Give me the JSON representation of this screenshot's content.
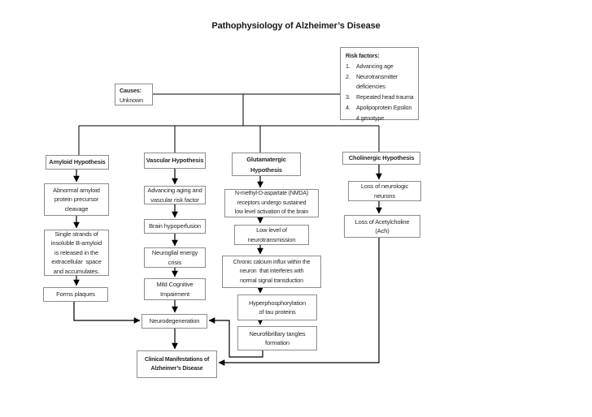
{
  "title": "Pathophysiology of Alzheimer’s Disease",
  "risk_factors": {
    "heading": "Risk factors:",
    "rows": [
      {
        "num": "1.",
        "text": "Advancing age"
      },
      {
        "num": "2.",
        "text": "Neurotransmitter"
      },
      {
        "num": "",
        "text": "deficiencies"
      },
      {
        "num": "3.",
        "text": "Repeated head trauma"
      },
      {
        "num": "4.",
        "text": "Apolipoprotein Epsilon"
      },
      {
        "num": "",
        "text": "4 genotype"
      }
    ]
  },
  "causes": {
    "heading": "Causes:",
    "value": "Unknown"
  },
  "hypotheses": {
    "amyloid": {
      "header": "Amyloid Hypothesis",
      "steps": {
        "cleavage": [
          "Abnormal amyloid",
          "protein precursor",
          "cleavage"
        ],
        "strands": [
          "Single strands of",
          "insoluble B-amyloid",
          "is released in the",
          "extracellular  space",
          "and accumulates."
        ],
        "plaques": "Forms plaques"
      }
    },
    "vascular": {
      "header": "Vascular Hypothesis",
      "steps": {
        "aging": [
          "Advancing aging and",
          "vascular risk factor"
        ],
        "hypoperfusion": "Brain hypoperfusion",
        "energy_crisis": [
          "Neuroglial energy",
          "crisis"
        ],
        "mci": [
          "Mild Cognitive",
          "Impairment"
        ]
      }
    },
    "glutamatergic": {
      "header": [
        "Glutamatergic",
        "Hypothesis"
      ],
      "steps": {
        "nmda": [
          "N-methyl-D-aspartate (NMDA)",
          "receptors undergo sustained",
          "low level activation of the brain"
        ],
        "low_level": [
          "Low level of",
          "neurotransmission"
        ],
        "calcium": [
          "Chronic calcium influx within the",
          "neuron  that interferes with",
          "normal signal transduction"
        ],
        "tau": [
          "Hyperphosphorylation",
          "of tau proteins"
        ],
        "tangles": [
          "Neurofibrillary tangles",
          "formation"
        ]
      }
    },
    "cholinergic": {
      "header": "Cholinergic Hypothesis",
      "steps": {
        "neuron_loss": [
          "Loss of neurologic",
          "neurons"
        ],
        "ach_loss": [
          "Loss of Acetylcholine",
          "(Ach)"
        ]
      }
    }
  },
  "outcomes": {
    "neurodegeneration": "Neurodegeneration",
    "clinical": [
      "Clinical Manifestations of",
      "Alzheimer’s Disease"
    ]
  },
  "colors": {
    "background": "#ffffff",
    "box_border": "#8c8c8c",
    "connector": "#000000",
    "text": "#262626"
  }
}
